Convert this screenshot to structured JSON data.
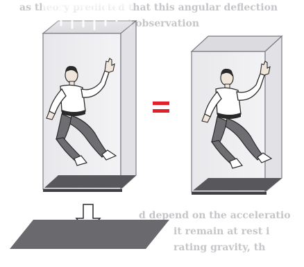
{
  "background_text_lines": [
    "as theory predicted that this angular deflection",
    "ment observation",
    "",
    "",
    "",
    "",
    "",
    "",
    "",
    "",
    "",
    "",
    "",
    "d depend on the acceleratio",
    "it remain at rest i",
    "rating gravity, th"
  ],
  "equals_sign": "=",
  "colors": {
    "equals": "#e0202a",
    "box_edge": "#7a7a84",
    "box_fill": "#e9e9ec",
    "floor": "#58585c",
    "shirt": "#ffffff",
    "pants": "#6e6e72",
    "skin": "#f0e6dc",
    "arrow_fill": "#ffffff"
  },
  "icons": [
    "falling-person-icon",
    "down-arrow-icon",
    "light-beam-icon"
  ]
}
